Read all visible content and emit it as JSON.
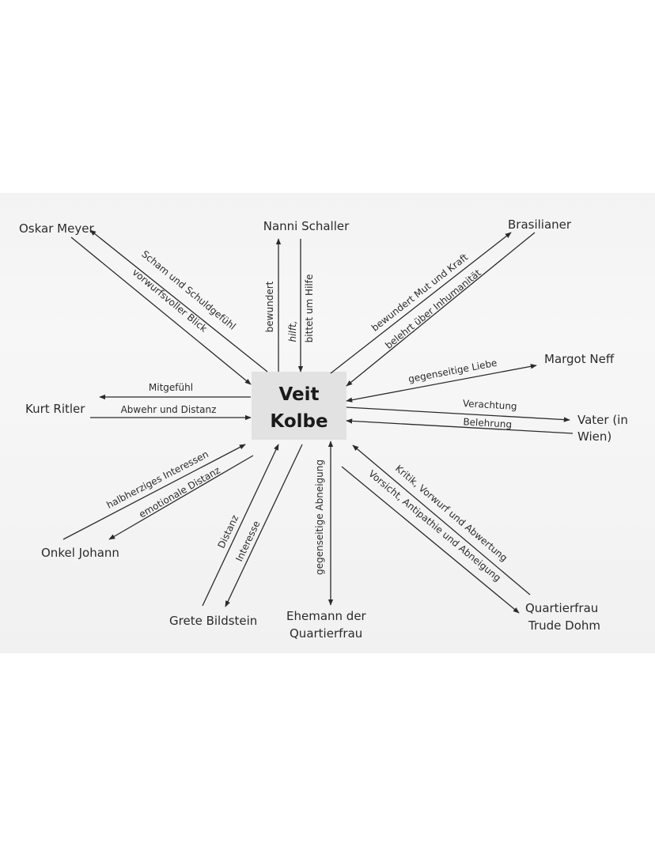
{
  "center": {
    "line1": "Veit",
    "line2": "Kolbe"
  },
  "nodes": {
    "oskar": "Oskar Meyer",
    "nanni": "Nanni Schaller",
    "brasilianer": "Brasilianer",
    "margot": "Margot Neff",
    "kurt": "Kurt Ritler",
    "vater_1": "Vater (in",
    "vater_2": "Wien)",
    "onkel": "Onkel Johann",
    "grete": "Grete Bildstein",
    "ehemann_1": "Ehemann der",
    "ehemann_2": "Quartierfrau",
    "quartier_1": "Quartierfrau",
    "quartier_2": "Trude Dohm"
  },
  "relations": {
    "scham": "Scham und Schuldgefühl",
    "vorwurf_blick": "vorwurfsvoller Blick",
    "bewundert": "bewundert",
    "hilft": "hilft,",
    "bittet": "bittet um Hilfe",
    "bewundert_mut": "bewundert Mut und Kraft",
    "belehrt": "belehrt über Inhumanität",
    "liebe": "gegenseitige Liebe",
    "mitgefuehl": "Mitgefühl",
    "abwehr": "Abwehr und Distanz",
    "verachtung": "Verachtung",
    "belehrung": "Belehrung",
    "halbherzig": "halbherziges Interessen",
    "emotional": "emotionale Distanz",
    "distanz": "Distanz",
    "interesse": "Interesse",
    "abneigung": "gegenseitige Abneigung",
    "kritik": "Kritik, Vorwurf und Abwertung",
    "vorsicht": "Vorsicht, Antipathie und Abneigung"
  }
}
